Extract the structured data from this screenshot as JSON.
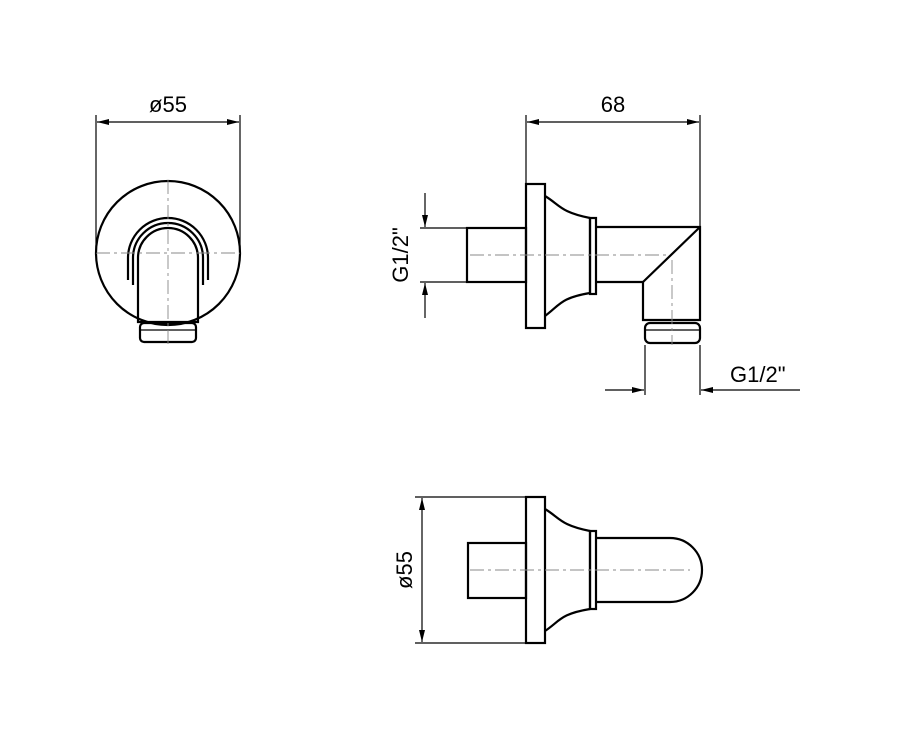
{
  "front_view": {
    "diameter_label": "ø55"
  },
  "side_view": {
    "length_label": "68",
    "inlet_thread_label": "G1/2\"",
    "outlet_thread_label": "G1/2\""
  },
  "top_view": {
    "diameter_label": "ø55"
  },
  "colors": {
    "line": "#000000",
    "centerline": "#888888",
    "background": "#ffffff"
  }
}
